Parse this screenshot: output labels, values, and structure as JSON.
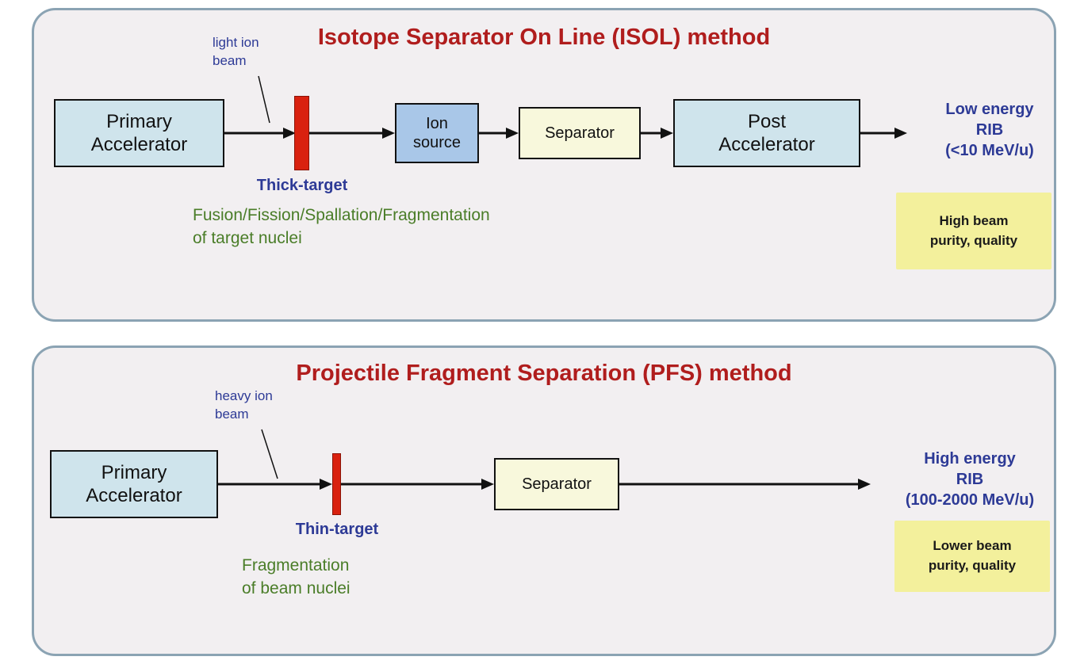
{
  "isol": {
    "title": "Isotope Separator On Line (ISOL) method",
    "beam_label": "light ion\nbeam",
    "primary": "Primary\nAccelerator",
    "target": "Thick-target",
    "ion_source": "Ion\nsource",
    "separator": "Separator",
    "post": "Post\nAccelerator",
    "output": "Low energy\nRIB\n(<10 MeV/u)",
    "note": "High beam\npurity, quality",
    "process": "Fusion/Fission/Spallation/Fragmentation\nof target nuclei"
  },
  "pfs": {
    "title": "Projectile Fragment Separation (PFS) method",
    "beam_label": "heavy ion\nbeam",
    "primary": "Primary\nAccelerator",
    "target": "Thin-target",
    "separator": "Separator",
    "output": "High energy\nRIB\n(100-2000 MeV/u)",
    "note": "Lower beam\npurity, quality",
    "process": "Fragmentation\nof beam nuclei"
  },
  "colors": {
    "title_red": "#b01d1d",
    "blue_text": "#2d3a96",
    "green_text": "#4a7d28",
    "panel_bg": "#f2eff1",
    "panel_border": "#8ba3b3",
    "light_blue_box": "#cfe4ec",
    "medium_blue_box": "#a9c7e8",
    "yellow_box": "#f8f8dc",
    "note_yellow": "#f3f09c",
    "target_red": "#d9210f"
  }
}
